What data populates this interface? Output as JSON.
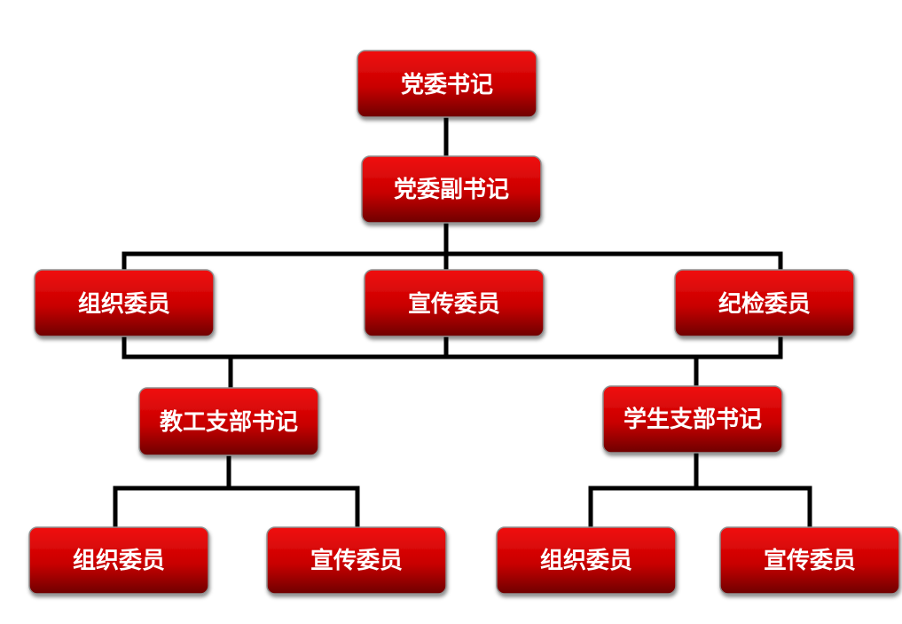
{
  "colors": {
    "node_top": "#f01010",
    "node_mid": "#c80000",
    "node_bottom": "#6e0000",
    "node_border": "#8f8f8f",
    "line": "#000000",
    "text": "#ffffff",
    "background": "#ffffff"
  },
  "nodes": {
    "party_secretary": "党委书记",
    "deputy_secretary": "党委副书记",
    "committee_organization": "组织委员",
    "committee_publicity": "宣传委员",
    "committee_discipline": "纪检委员",
    "staff_branch_secretary": "教工支部书记",
    "student_branch_secretary": "学生支部书记",
    "staff_organization": "组织委员",
    "staff_publicity": "宣传委员",
    "student_organization": "组织委员",
    "student_publicity": "宣传委员"
  }
}
